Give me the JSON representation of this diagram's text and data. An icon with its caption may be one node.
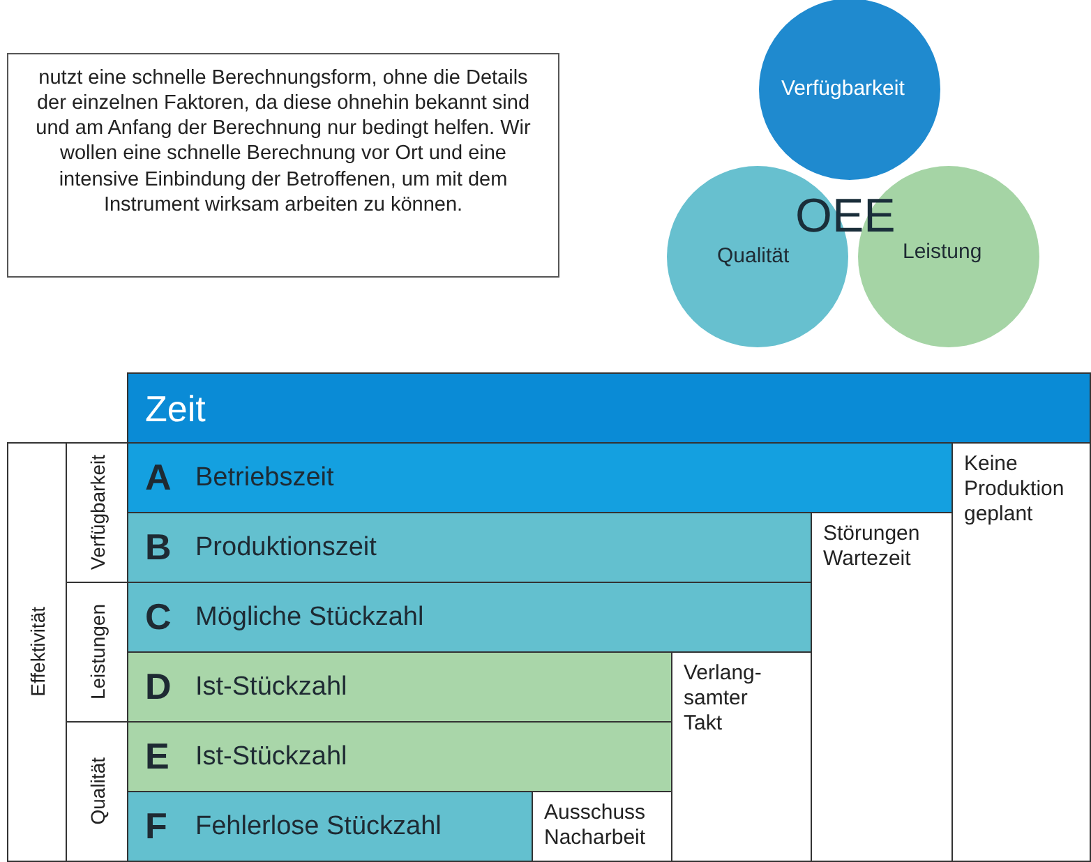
{
  "diagram": {
    "nodes": [
      {
        "text": [
          "nutzt eine schnelle Berechnungsform, ohne die Details der einzelnen Faktoren, da diese ohnehin bekannt sind und am Anfang der Berechnung nur bedingt helfen. Wir wollen eine schnelle Berechnung vor Ort und eine intensive Einbindung der Betroffenen, um mit dem Instrument wirksam arbeiten zu können."
        ]
      },
      {
        "text": [
          "Verfügbarkeit"
        ]
      },
      {
        "text": [
          "Qualität"
        ]
      },
      {
        "text": [
          "Leistung"
        ]
      },
      {
        "text": [
          "Zeit"
        ]
      },
      {
        "text": [
          "Effektivität"
        ]
      },
      {
        "text": [
          "Verfügbarkeit"
        ]
      },
      {
        "text": [
          "A",
          "Betriebszeit"
        ]
      },
      {
        "text": [
          "Keine Produktion geplant"
        ]
      },
      {
        "text": [
          "B",
          "Produktionszeit"
        ]
      },
      {
        "text": [
          "Störungen Wartezeit"
        ]
      },
      {
        "text": [
          "C",
          "Mögliche Stückzahl"
        ]
      },
      {
        "text": [
          "Leistungen"
        ]
      },
      {
        "text": [
          "D",
          "Ist-Stückzahl"
        ]
      },
      {
        "text": [
          "Verlang-samter Takt"
        ]
      },
      {
        "text": [
          "E",
          "Ist-Stückzahl"
        ]
      },
      {
        "text": [
          "Qualität"
        ]
      },
      {
        "text": [
          "F",
          "Fehlerlose Stückzahl"
        ]
      },
      {
        "text": [
          "Ausschuss Nacharbeit"
        ]
      }
    ],
    "labels": [
      "OEE"
    ]
  }
}
